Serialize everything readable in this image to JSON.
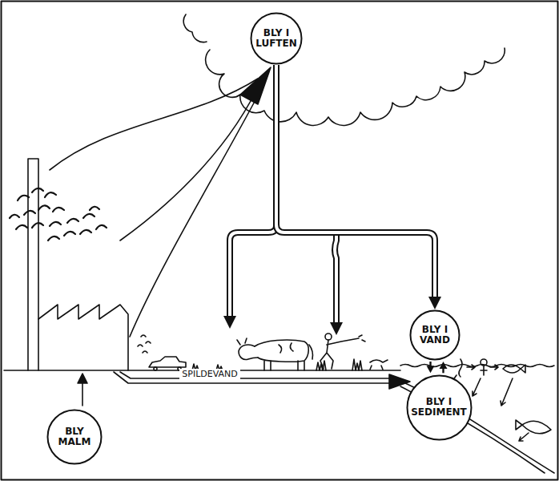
{
  "diagram": {
    "nodes": [
      {
        "text": [
          "BLY I LUFTEN"
        ]
      },
      {
        "text": [
          "BLY I VAND"
        ]
      },
      {
        "text": [
          "BLY I SEDIMENT"
        ]
      },
      {
        "text": [
          "BLY MALM"
        ]
      }
    ],
    "edges": [
      {
        "from": 0,
        "to": 1,
        "arrow": "to"
      },
      {
        "from": 1,
        "to": 2,
        "arrow": "to"
      },
      {
        "from": 2,
        "to": 1,
        "arrow": "to"
      }
    ],
    "labels": [
      "SPILDEVAND"
    ]
  }
}
